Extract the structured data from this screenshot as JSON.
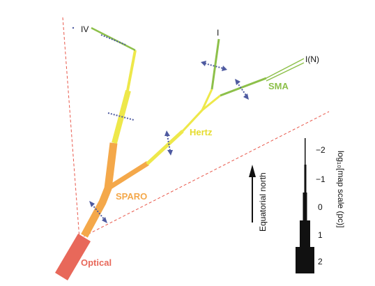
{
  "labels": {
    "optical": "Optical",
    "sparo": "SPARO",
    "hertz": "Hertz",
    "sma": "SMA",
    "iv": "IV",
    "i": "I",
    "in": "I(N)"
  },
  "north": {
    "label": "Equatorial north"
  },
  "scale_bar": {
    "axis_label": "log₁₀[map scale (pc)]",
    "ticks": [
      "−2",
      "−1",
      "0",
      "1",
      "2"
    ]
  },
  "colors": {
    "optical": "#e8685a",
    "sparo": "#f4a84a",
    "hertz": "#eee84a",
    "sma": "#8dc04a",
    "arrow": "#4e5aa0",
    "dashed": "#e8574a"
  }
}
